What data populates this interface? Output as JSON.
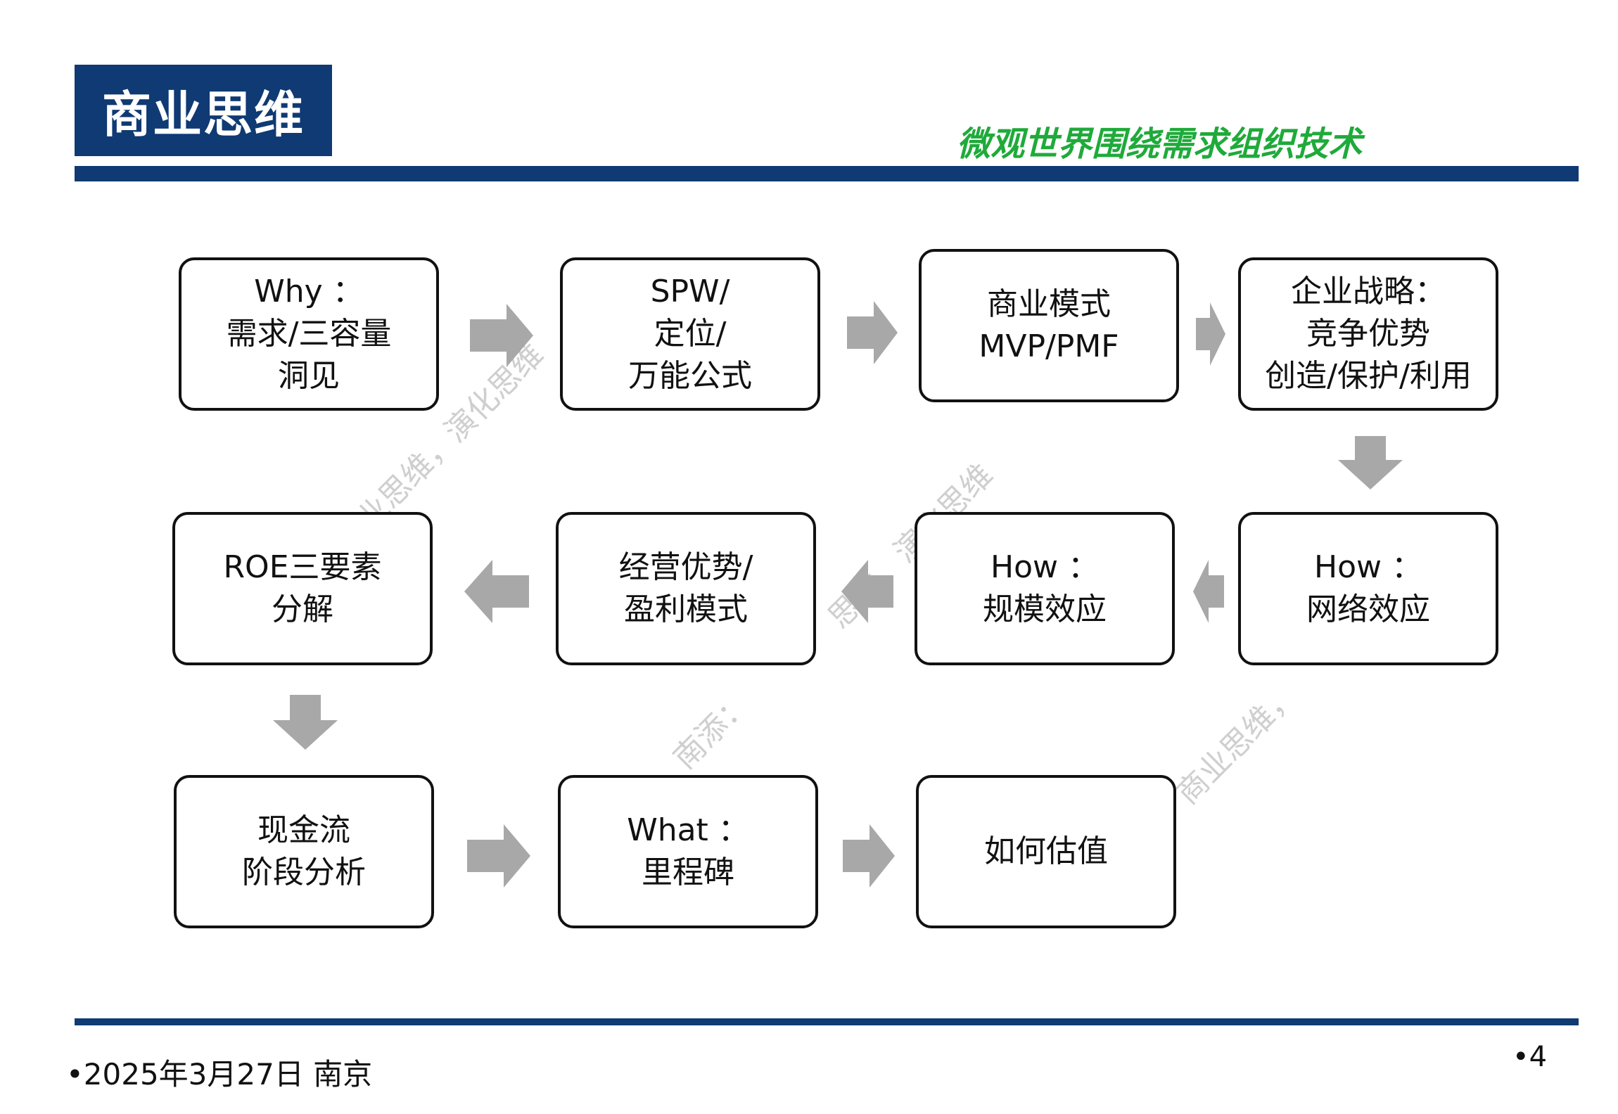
{
  "header": {
    "title": "商业思维",
    "subtitle": "微观世界围绕需求组织技术"
  },
  "flow": {
    "row1": {
      "b1": [
        "Why ：",
        "需求/三容量",
        "洞见"
      ],
      "b2": [
        "SPW/",
        "定位/",
        "万能公式"
      ],
      "b3": [
        "商业模式",
        "MVP/PMF"
      ],
      "b4": [
        "企业战略：",
        "竞争优势",
        "创造/保护/利用"
      ]
    },
    "row2": {
      "b1": [
        "ROE三要素",
        "分解"
      ],
      "b2": [
        "经营优势/",
        "盈利模式"
      ],
      "b3": [
        "How ：",
        "规模效应"
      ],
      "b4": [
        "How ：",
        "网络效应"
      ]
    },
    "row3": {
      "b1": [
        "现金流",
        "阶段分析"
      ],
      "b2": [
        "What ：",
        "里程碑"
      ],
      "b3": [
        "如何估值"
      ]
    }
  },
  "watermarks": [
    "业思维，演化思维",
    "思维，演化思维",
    "南添：",
    "商业思维，"
  ],
  "footer": {
    "date": "•2025年3月27日 南京",
    "page": "•4"
  },
  "colors": {
    "navy": "#0f3a73",
    "green": "#1faa3a",
    "arrow": "#a8a8a8"
  }
}
